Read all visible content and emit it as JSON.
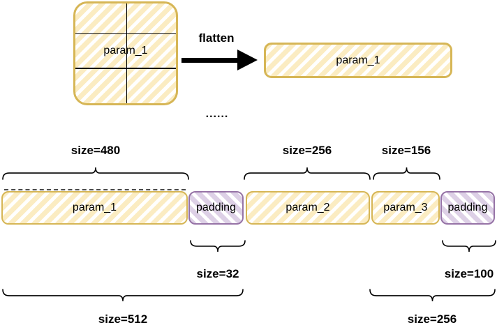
{
  "top": {
    "matrix_label": "param_1",
    "flatten_label": "flatten",
    "flattened_label": "param_1",
    "ellipsis": "......"
  },
  "bar": {
    "segments": [
      {
        "label": "param_1",
        "type": "param"
      },
      {
        "label": "padding",
        "type": "padding"
      },
      {
        "label": "param_2",
        "type": "param"
      },
      {
        "label": "param_3",
        "type": "param"
      },
      {
        "label": "padding",
        "type": "padding"
      }
    ]
  },
  "sizes": {
    "param1": "size=480",
    "param2": "size=256",
    "param3": "size=156",
    "padding1": "size=32",
    "padding2": "size=100",
    "block1": "size=512",
    "block2": "size=256"
  },
  "colors": {
    "param_fill": "#FBECC2",
    "param_stroke": "#D6B656",
    "padding_fill": "#DDD0E6",
    "padding_stroke": "#9673A6",
    "arrow": "#000000",
    "text": "#000000"
  }
}
